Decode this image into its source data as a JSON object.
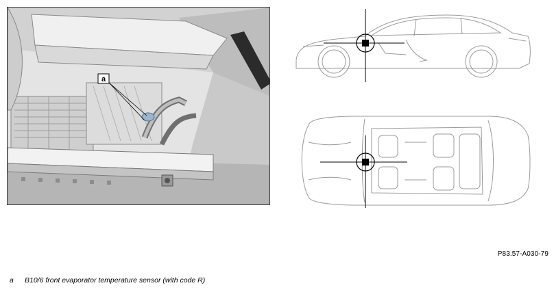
{
  "figure": {
    "callout_label": "a",
    "reference_code": "P83.57-A030-79"
  },
  "legend": [
    {
      "key": "a",
      "text": "B10/6 front evaporator temperature sensor (with code R)"
    }
  ],
  "colors": {
    "photo_background": "#e6e6e6",
    "line_art": "#9a9a9a",
    "marker": "#000000"
  }
}
